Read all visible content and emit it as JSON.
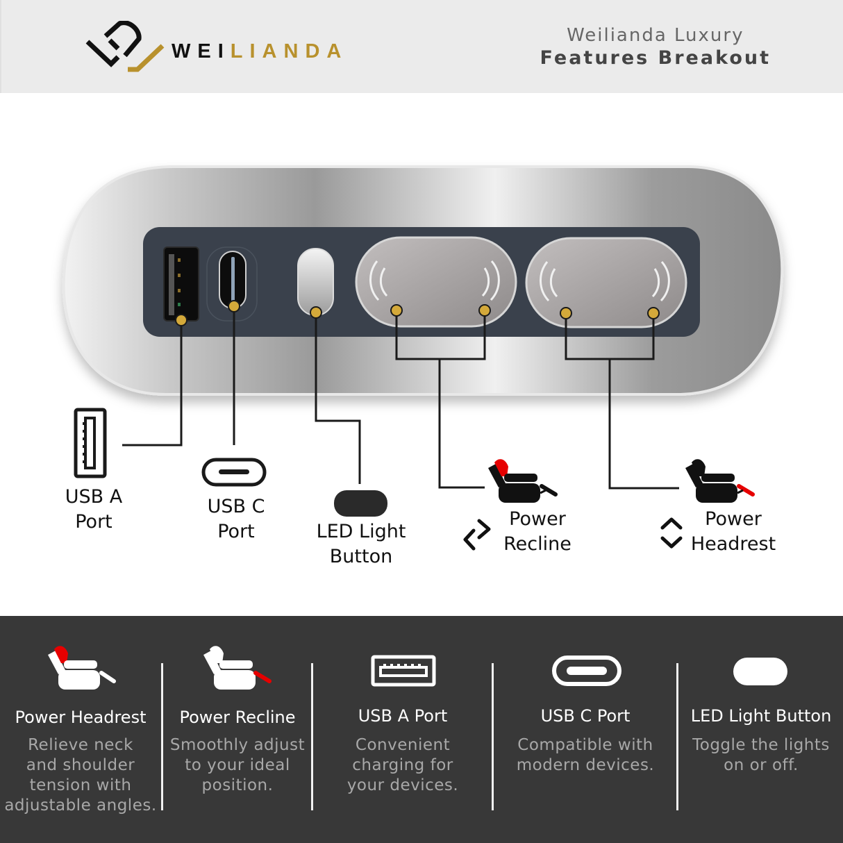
{
  "header": {
    "brand_part1": "WEI",
    "brand_part2": "LIANDA",
    "tagline_line1": "Weilianda Luxury",
    "tagline_line2": "Features Breakout"
  },
  "colors": {
    "header_bg": "#ebebeb",
    "brand_gold": "#b8912d",
    "callout_dot": "#d4a93a",
    "panel_inset": "#3a414c",
    "bottom_bg": "#383838",
    "accent_red": "#e60000"
  },
  "callouts": {
    "usb_a": {
      "line1": "USB A",
      "line2": "Port",
      "icon": "usb-a-icon"
    },
    "usb_c": {
      "line1": "USB C",
      "line2": "Port",
      "icon": "usb-c-icon"
    },
    "led": {
      "line1": "LED Light",
      "line2": "Button",
      "icon": "led-button-icon"
    },
    "recline": {
      "line1": "Power",
      "line2": "Recline",
      "icon": "recliner-footrest-icon",
      "arrow": "rotate-arrows-icon"
    },
    "headrest": {
      "line1": "Power",
      "line2": "Headrest",
      "icon": "recliner-headrest-icon",
      "arrow": "up-down-chevrons-icon"
    }
  },
  "features": [
    {
      "title": "Power Headrest",
      "desc": [
        "Relieve neck",
        "and shoulder",
        "tension with",
        "adjustable angles."
      ],
      "icon": "recliner-headrest-icon"
    },
    {
      "title": "Power Recline",
      "desc": [
        "Smoothly adjust",
        "to your ideal",
        "position."
      ],
      "icon": "recliner-footrest-icon"
    },
    {
      "title": "USB A Port",
      "desc": [
        "Convenient",
        "charging for",
        "your devices."
      ],
      "icon": "usb-a-icon"
    },
    {
      "title": "USB C Port",
      "desc": [
        "Compatible with",
        "modern devices."
      ],
      "icon": "usb-c-icon"
    },
    {
      "title": "LED Light Button",
      "desc": [
        "Toggle the lights",
        "on or off."
      ],
      "icon": "led-button-icon"
    }
  ]
}
